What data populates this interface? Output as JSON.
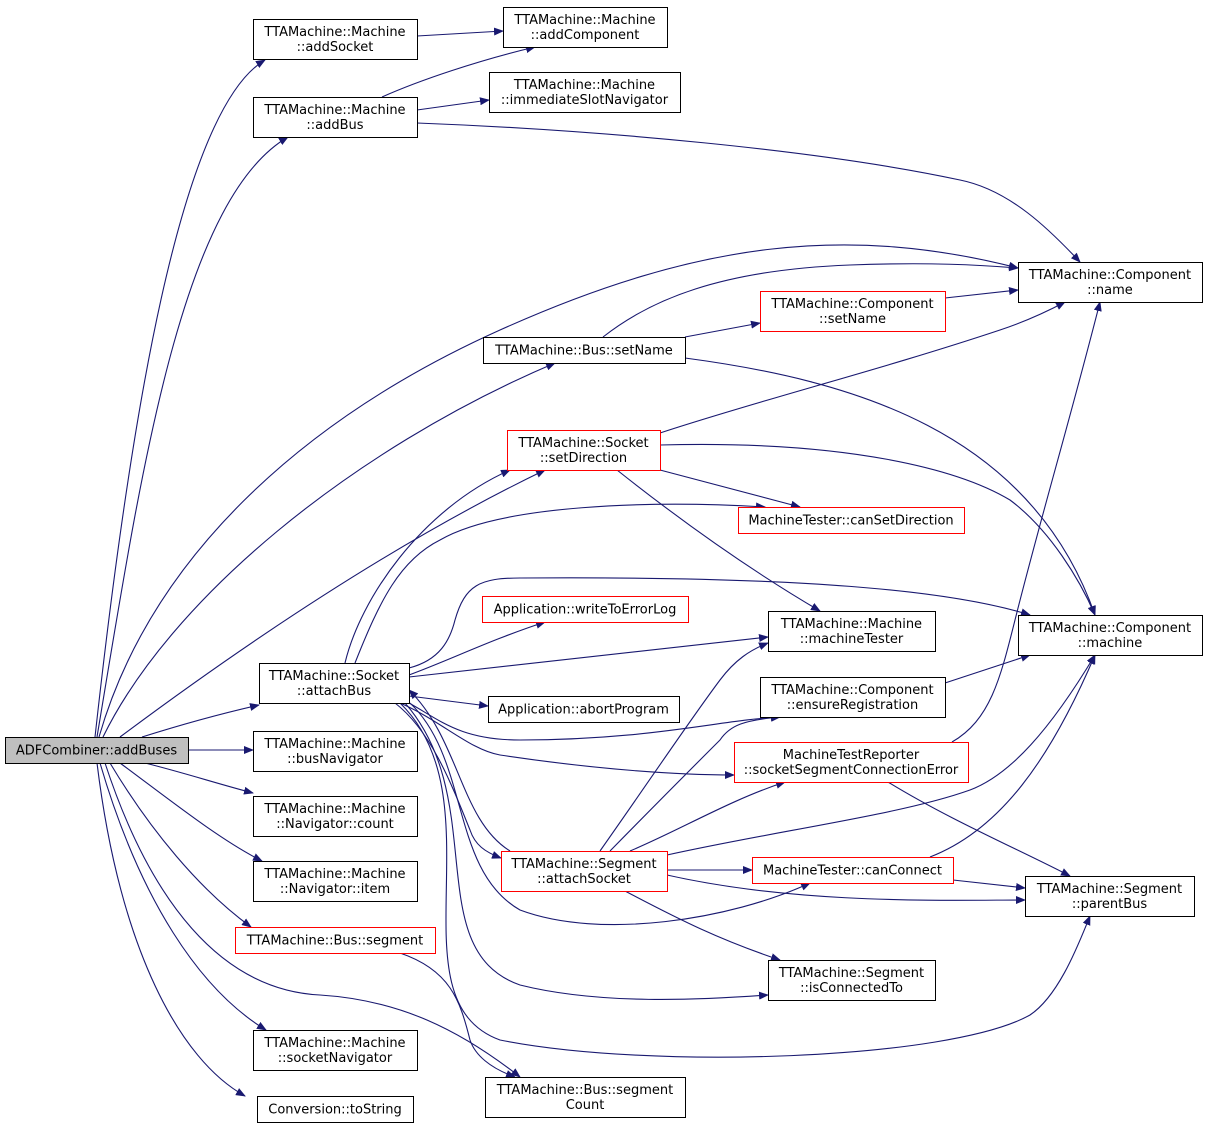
{
  "colors": {
    "edge": "#191970",
    "red_border": "#ff0000",
    "black_border": "#000000",
    "root_fill": "#bfbfbf"
  },
  "nodes": [
    {
      "id": "root",
      "lines": [
        "ADFCombiner::addBuses"
      ],
      "style": "root"
    },
    {
      "id": "addSocket",
      "lines": [
        "TTAMachine::Machine",
        "::addSocket"
      ],
      "style": "black"
    },
    {
      "id": "addBus",
      "lines": [
        "TTAMachine::Machine",
        "::addBus"
      ],
      "style": "black"
    },
    {
      "id": "addComponent",
      "lines": [
        "TTAMachine::Machine",
        "::addComponent"
      ],
      "style": "black"
    },
    {
      "id": "immSlotNav",
      "lines": [
        "TTAMachine::Machine",
        "::immediateSlotNavigator"
      ],
      "style": "black"
    },
    {
      "id": "compName",
      "lines": [
        "TTAMachine::Component",
        "::name"
      ],
      "style": "black"
    },
    {
      "id": "compSetName",
      "lines": [
        "TTAMachine::Component",
        "::setName"
      ],
      "style": "red"
    },
    {
      "id": "busSetName",
      "lines": [
        "TTAMachine::Bus::setName"
      ],
      "style": "black"
    },
    {
      "id": "sockSetDir",
      "lines": [
        "TTAMachine::Socket",
        "::setDirection"
      ],
      "style": "red"
    },
    {
      "id": "canSetDir",
      "lines": [
        "MachineTester::canSetDirection"
      ],
      "style": "red"
    },
    {
      "id": "writeErr",
      "lines": [
        "Application::writeToErrorLog"
      ],
      "style": "red"
    },
    {
      "id": "machTester",
      "lines": [
        "TTAMachine::Machine",
        "::machineTester"
      ],
      "style": "black"
    },
    {
      "id": "compMachine",
      "lines": [
        "TTAMachine::Component",
        "::machine"
      ],
      "style": "black"
    },
    {
      "id": "attachBus",
      "lines": [
        "TTAMachine::Socket",
        "::attachBus"
      ],
      "style": "black"
    },
    {
      "id": "abortProg",
      "lines": [
        "Application::abortProgram"
      ],
      "style": "black"
    },
    {
      "id": "ensureReg",
      "lines": [
        "TTAMachine::Component",
        "::ensureRegistration"
      ],
      "style": "black"
    },
    {
      "id": "sockSegErr",
      "lines": [
        "MachineTestReporter",
        "::socketSegmentConnectionError"
      ],
      "style": "red"
    },
    {
      "id": "busNav",
      "lines": [
        "TTAMachine::Machine",
        "::busNavigator"
      ],
      "style": "black"
    },
    {
      "id": "navCount",
      "lines": [
        "TTAMachine::Machine",
        "::Navigator::count"
      ],
      "style": "black"
    },
    {
      "id": "segAttach",
      "lines": [
        "TTAMachine::Segment",
        "::attachSocket"
      ],
      "style": "red"
    },
    {
      "id": "canConnect",
      "lines": [
        "MachineTester::canConnect"
      ],
      "style": "red"
    },
    {
      "id": "parentBus",
      "lines": [
        "TTAMachine::Segment",
        "::parentBus"
      ],
      "style": "black"
    },
    {
      "id": "navItem",
      "lines": [
        "TTAMachine::Machine",
        "::Navigator::item"
      ],
      "style": "black"
    },
    {
      "id": "busSegment",
      "lines": [
        "TTAMachine::Bus::segment"
      ],
      "style": "red"
    },
    {
      "id": "isConnTo",
      "lines": [
        "TTAMachine::Segment",
        "::isConnectedTo"
      ],
      "style": "black"
    },
    {
      "id": "sockNav",
      "lines": [
        "TTAMachine::Machine",
        "::socketNavigator"
      ],
      "style": "black"
    },
    {
      "id": "segCount",
      "lines": [
        "TTAMachine::Bus::segment",
        "Count"
      ],
      "style": "black"
    },
    {
      "id": "toString",
      "lines": [
        "Conversion::toString"
      ],
      "style": "black"
    }
  ]
}
